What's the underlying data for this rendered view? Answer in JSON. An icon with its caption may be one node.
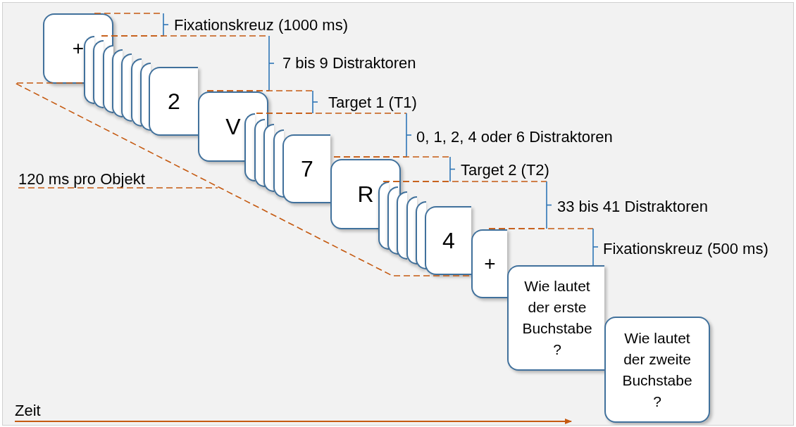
{
  "diagram": {
    "nodes": [
      {
        "text": [
          "+"
        ]
      },
      {
        "text": [],
        "shape": "box"
      },
      {
        "text": [],
        "shape": "box"
      },
      {
        "text": [],
        "shape": "box"
      },
      {
        "text": [],
        "shape": "box"
      },
      {
        "text": [],
        "shape": "box"
      },
      {
        "text": [],
        "shape": "box"
      },
      {
        "text": [],
        "shape": "box"
      },
      {
        "text": [
          "2"
        ]
      },
      {
        "text": [
          "V"
        ]
      },
      {
        "text": [],
        "shape": "box"
      },
      {
        "text": [],
        "shape": "box"
      },
      {
        "text": [],
        "shape": "box"
      },
      {
        "text": [],
        "shape": "box"
      },
      {
        "text": [
          "7"
        ]
      },
      {
        "text": [
          "R"
        ]
      },
      {
        "text": [],
        "shape": "box"
      },
      {
        "text": [],
        "shape": "box"
      },
      {
        "text": [],
        "shape": "box"
      },
      {
        "text": [],
        "shape": "box"
      },
      {
        "text": [],
        "shape": "box"
      },
      {
        "text": [
          "4"
        ]
      },
      {
        "text": [
          "+"
        ]
      },
      {
        "text": [
          "Wie lautet der erste Buchstabe ?"
        ]
      },
      {
        "text": [
          "Wie lautet der zweite Buchstabe ?"
        ]
      }
    ],
    "labels": [
      "Fixationskreuz (1000 ms)",
      "7 bis 9 Distraktoren",
      "Target 1 (T1)",
      "0, 1, 2, 4 oder 6 Distraktoren",
      "Target 2 (T2)",
      "120 ms pro Objekt",
      "33 bis 41 Distraktoren",
      "Fixationskreuz (500 ms)",
      "Zeit"
    ]
  }
}
